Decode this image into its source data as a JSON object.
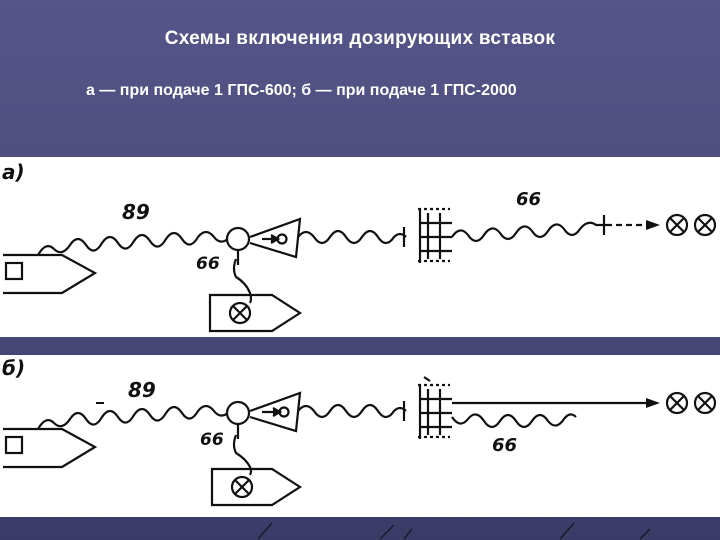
{
  "slide": {
    "title": "Схемы включения дозирующих вставок",
    "subtitle": "а —  при подаче 1 ГПС-600; б — при подаче 1 ГПС-2000"
  },
  "diagram_a": {
    "label": "а)",
    "hose_main_label": "89",
    "hose_branch_label": "66",
    "hose_out_label": "66"
  },
  "diagram_b": {
    "label": "б)",
    "hose_main_label": "89",
    "hose_branch_label": "66",
    "hose_out_label": "66"
  },
  "colors": {
    "background": "#4a4a7c",
    "panel": "#ffffff",
    "ink": "#111111"
  }
}
